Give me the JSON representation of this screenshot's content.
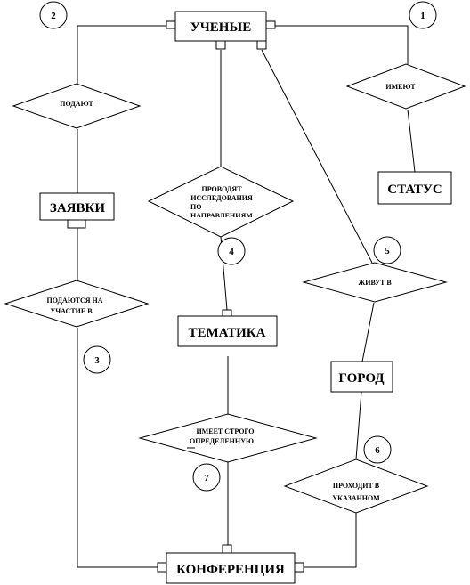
{
  "entities": {
    "scientists": "УЧЕНЫЕ",
    "status": "СТАТУС",
    "applications": "ЗАЯВКИ",
    "topic": "ТЕМАТИКА",
    "city": "ГОРОД",
    "conference": "КОНФЕРЕНЦИЯ"
  },
  "relationships": {
    "have": [
      "ИМЕЮТ"
    ],
    "submit": [
      "ПОДАЮТ"
    ],
    "research": [
      "ПРОВОДЯТ",
      "ИССЛЕДОВАНИЯ",
      "ПО",
      "НАПРАВЛЕНИЯМ"
    ],
    "live_in": [
      "ЖИВУТ В"
    ],
    "submitted_for": [
      "ПОДАЮТСЯ НА",
      "УЧАСТИЕ В"
    ],
    "has_defined": [
      "ИМЕЕТ СТРОГО",
      "ОПРЕДЕЛЕННУЮ"
    ],
    "held_in": [
      "ПРОХОДИТ В",
      "УКАЗАННОМ"
    ]
  },
  "markers": {
    "m1": "1",
    "m2": "2",
    "m3": "3",
    "m4": "4",
    "m5": "5",
    "m6": "6",
    "m7": "7"
  }
}
